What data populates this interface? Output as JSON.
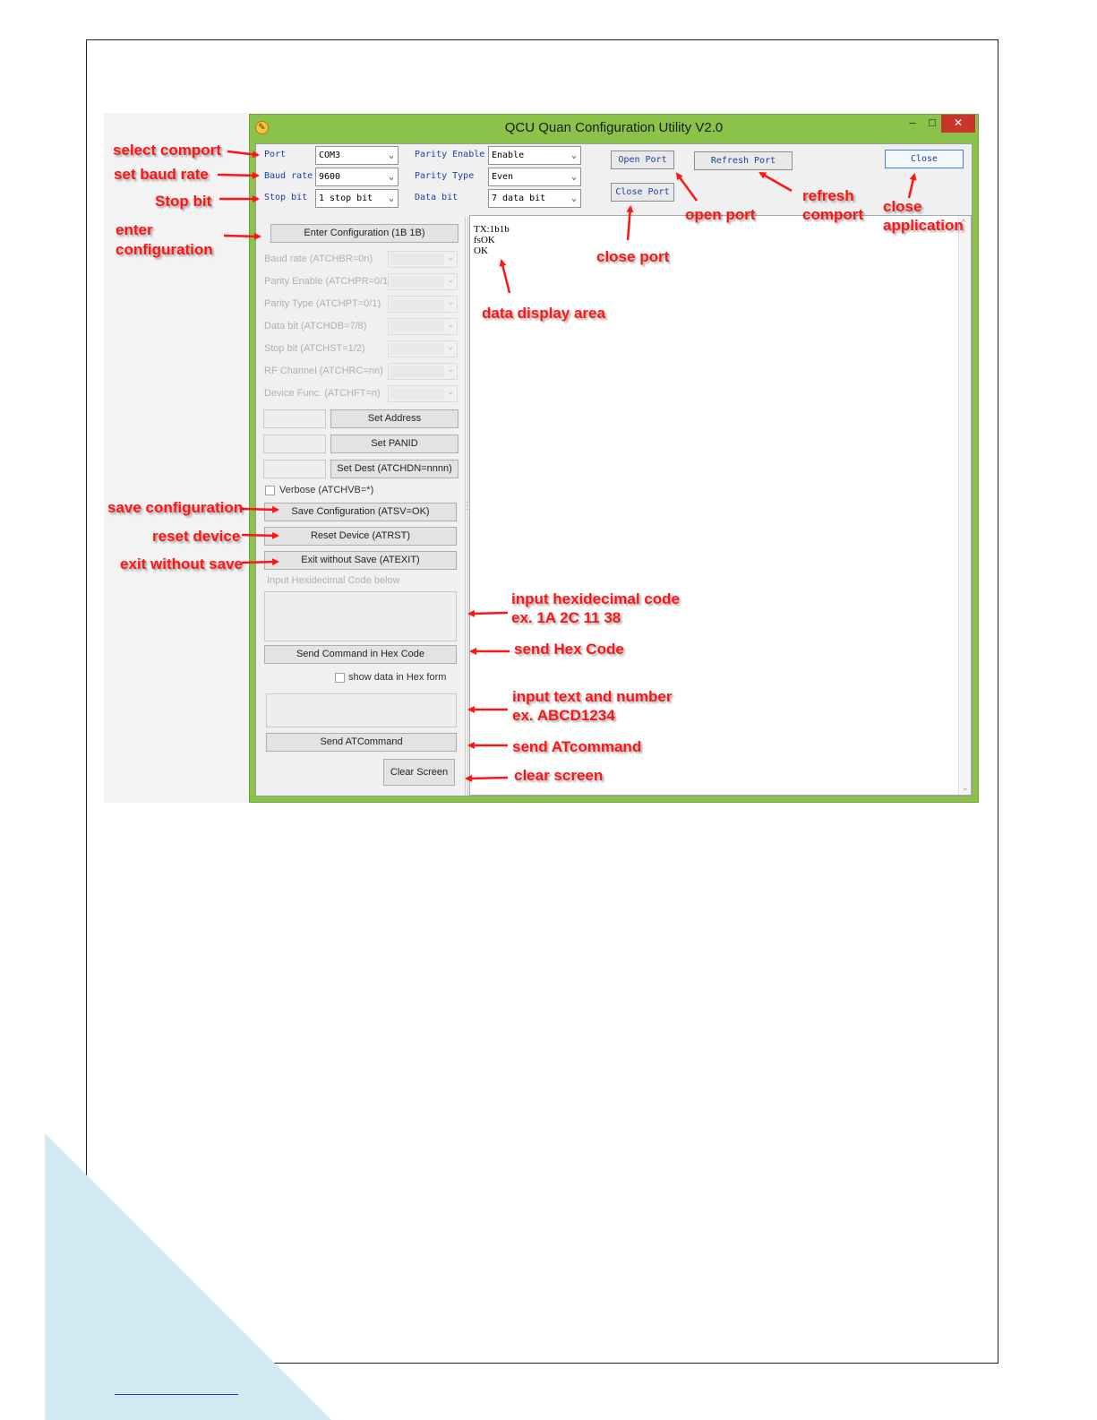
{
  "window": {
    "title": "QCU Quan Configuration Utility V2.0",
    "min_glyph": "–",
    "max_glyph": "□",
    "close_glyph": "✕"
  },
  "top": {
    "port_label": "Port",
    "port_value": "COM3",
    "baud_label": "Baud rate",
    "baud_value": "9600",
    "stop_label": "Stop bit",
    "stop_value": "1 stop bit",
    "parity_enable_label": "Parity Enable",
    "parity_enable_value": "Enable",
    "parity_type_label": "Parity Type",
    "parity_type_value": "Even",
    "data_bit_label": "Data bit",
    "data_bit_value": "7 data bit",
    "open_port": "Open Port",
    "refresh_port": "Refresh Port",
    "close_port": "Close Port",
    "close": "Close"
  },
  "left": {
    "enter_config": "Enter Configuration (1B 1B)",
    "params": [
      "Baud rate (ATCHBR=0n)",
      "Parity Enable (ATCHPR=0/1)",
      "Parity Type (ATCHPT=0/1)",
      "Data bit (ATCHDB=7/8)",
      "Stop bit (ATCHST=1/2)",
      "RF Channel (ATCHRC=nn)",
      "Device Func. (ATCHFT=n)"
    ],
    "set_address": "Set Address",
    "set_panid": "Set PANID",
    "set_dest": "Set Dest (ATCHDN=nnnn)",
    "verbose": "Verbose  (ATCHVB=*)",
    "save_config": "Save Configuration (ATSV=OK)",
    "reset_device": "Reset Device  (ATRST)",
    "exit_without_save": "Exit without Save  (ATEXIT)",
    "hex_hint": "Input Hexidecimal Code below",
    "send_hex": "Send Command in Hex Code",
    "show_hex": "show data in Hex form",
    "send_at": "Send ATCommand",
    "clear_screen": "Clear Screen"
  },
  "display": {
    "lines": [
      "TX:1b1b",
      "fsOK",
      "OK"
    ]
  },
  "annotations": {
    "select_comport": "select comport",
    "set_baud_rate": "set baud rate",
    "stop_bit": "Stop bit",
    "enter_configuration_1": "enter",
    "enter_configuration_2": "configuration",
    "save_configuration": "save configuration",
    "reset_device": "reset device",
    "exit_without_save": "exit without save",
    "open_port": "open port",
    "refresh_comport_1": "refresh",
    "refresh_comport_2": "comport",
    "close_application_1": "close",
    "close_application_2": "application",
    "close_port": "close port",
    "data_display_area": "data display area",
    "input_hex_1": "input hexidecimal code",
    "input_hex_2": "ex. 1A 2C 11 38",
    "send_hex_code": "send Hex Code",
    "input_text_1": "input text and number",
    "input_text_2": "ex. ABCD1234",
    "send_atcommand": "send ATcommand",
    "clear_screen": "clear screen"
  },
  "colors": {
    "window_frame": "#8bc34a",
    "annotation": "#ff1414",
    "label_blue": "#1b3fa8",
    "corner_accent": "#d3e9f2"
  }
}
